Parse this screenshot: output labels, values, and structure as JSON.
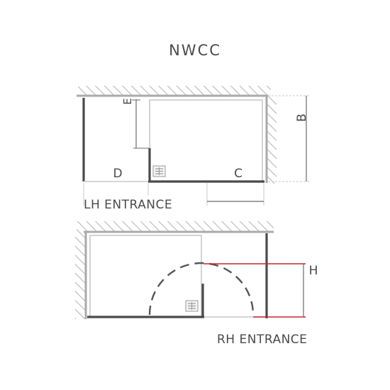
{
  "title": "NWCC",
  "top_diagram": {
    "entrance_label": "LH ENTRANCE",
    "dimensions": {
      "b": "B",
      "c": "C",
      "d": "D",
      "e": "E"
    }
  },
  "bottom_diagram": {
    "entrance_label": "RH ENTRANCE",
    "dimensions": {
      "h": "H"
    }
  },
  "colors": {
    "wall_hatch": "#b8b8b8",
    "glass_panel": "#4a4a4a",
    "tray_outline": "#c8c8c8",
    "dimension_line": "#6a6a6a",
    "highlight_line": "#c0282d",
    "text": "#4a4a4a"
  },
  "icons": {
    "drain": "drain-grate-icon"
  }
}
